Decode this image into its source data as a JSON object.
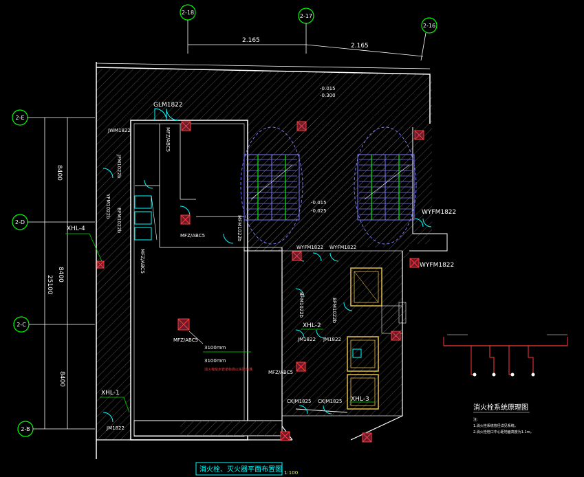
{
  "axes": {
    "top": [
      "2-18",
      "2-17",
      "2-16"
    ],
    "left": [
      "2-E",
      "2-D",
      "2-C",
      "2-B"
    ]
  },
  "dimensions": {
    "top_spans": [
      "2.165",
      "2.165"
    ],
    "left_total": "25100",
    "left_spans": [
      "8400",
      "8400",
      "8400"
    ]
  },
  "elevations": [
    "-0.015",
    "-0.300",
    "-0.015",
    "-0.025"
  ],
  "doors": {
    "top": "GLM1822",
    "jwm_top": "JWM1822",
    "jfm_top": "JFM1022b",
    "yfm": "YFM1022b",
    "bfm": "BFM1022b",
    "mfm": "MFM1022b",
    "wyfm_right_upper": "WYFM1822",
    "wyfm_mid_a": "WYFM1822",
    "wyfm_mid_b": "WYFM1822",
    "wyfm_right_lower": "WYFM1822",
    "bfm_mid": "BFM1022b",
    "bfm_mid2": "BFM1022b",
    "jm_a": "JM1822",
    "jm_b": "JM1822",
    "ckjm_a": "CKJM1825",
    "ckjm_b": "CKJM1825",
    "jm_bottom": "JM1822"
  },
  "hydrants": {
    "xhl4": "XHL-4",
    "xhl1": "XHL-1",
    "xhl2": "XHL-2",
    "xhl3": "XHL-3",
    "mfz_a": "MFZ/ABC5",
    "mfz_b": "MFZ/ABC5",
    "mfz_c": "MFZ/ABC5",
    "mfz_d": "MFZ/ABC5",
    "mfz_e": "MFZ/ABC5"
  },
  "notes": {
    "pipe_a": "3100mm",
    "pipe_b": "3100mm",
    "red_note": "消火栓给水管道标高以实际为准"
  },
  "system_diagram": {
    "title": "消火栓系统原理图",
    "note_heading": "注:",
    "note_1": "1.消火栓系统管径详见系统。",
    "note_2": "2.消火栓栓口中心距地面高度为1.1m。"
  },
  "drawing_title": "消火栓、灭火器平面布置图",
  "scale": "1:100",
  "colors": {
    "wall": "#ffffff",
    "hatch": "#6a6a6a",
    "axis_bubble": "#00ff00",
    "door": "#00ffff",
    "hydrant": "#ff3b3b",
    "stair": "#7a7aff",
    "green_line": "#00e000",
    "elevator": "#e6c04a"
  }
}
